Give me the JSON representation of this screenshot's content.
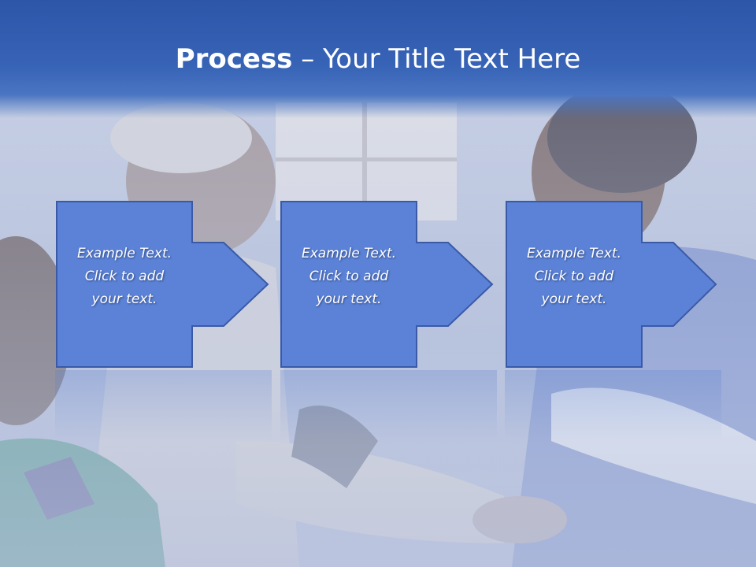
{
  "slide": {
    "title_bold": "Process",
    "title_rest": " – Your Title Text Here",
    "colors": {
      "title_band": "#3763b6",
      "box_fill": "#5b82d6",
      "box_stroke": "#3a5aa8",
      "text": "#ffffff"
    },
    "steps": [
      {
        "line1": "Example Text.",
        "line2": "Click  to add",
        "line3": "your text."
      },
      {
        "line1": "Example Text.",
        "line2": "Click  to add",
        "line3": "your text."
      },
      {
        "line1": "Example Text.",
        "line2": "Click  to add",
        "line3": "your text."
      }
    ]
  }
}
